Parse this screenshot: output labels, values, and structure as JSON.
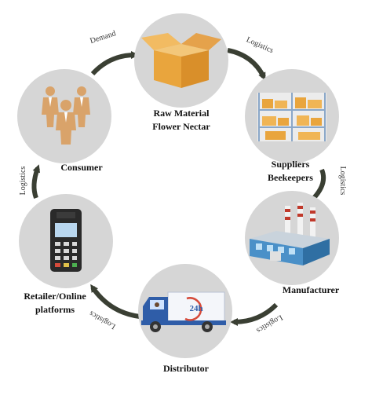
{
  "nodes": [
    {
      "id": "raw-material",
      "label_lines": [
        "Raw Material",
        "Flower Nectar"
      ],
      "icon": "open-box-icon"
    },
    {
      "id": "suppliers",
      "label_lines": [
        "Suppliers",
        "Beekeepers"
      ],
      "icon": "warehouse-shelves-icon"
    },
    {
      "id": "manufacturer",
      "label_lines": [
        "Manufacturer"
      ],
      "icon": "factory-icon"
    },
    {
      "id": "distributor",
      "label_lines": [
        "Distributor"
      ],
      "icon": "delivery-truck-icon"
    },
    {
      "id": "retailer",
      "label_lines": [
        "Retailer/Online",
        "platforms"
      ],
      "icon": "card-terminal-icon"
    },
    {
      "id": "consumer",
      "label_lines": [
        "Consumer"
      ],
      "icon": "people-group-icon"
    }
  ],
  "edges": [
    {
      "from": "consumer",
      "to": "raw-material",
      "label": "Demand"
    },
    {
      "from": "raw-material",
      "to": "suppliers",
      "label": "Logistics"
    },
    {
      "from": "suppliers",
      "to": "manufacturer",
      "label": "Logistics"
    },
    {
      "from": "manufacturer",
      "to": "distributor",
      "label": "Logistics"
    },
    {
      "from": "distributor",
      "to": "retailer",
      "label": "Logistics"
    },
    {
      "from": "retailer",
      "to": "consumer",
      "label": "Logistics"
    }
  ],
  "truck_badge": "24h",
  "colors": {
    "circle": "#d6d6d6",
    "arrow": "#3a3f33",
    "box": "#e9a53d",
    "factory": "#4a90c8",
    "truck": "#2f5da8",
    "people": "#d9a36a"
  }
}
